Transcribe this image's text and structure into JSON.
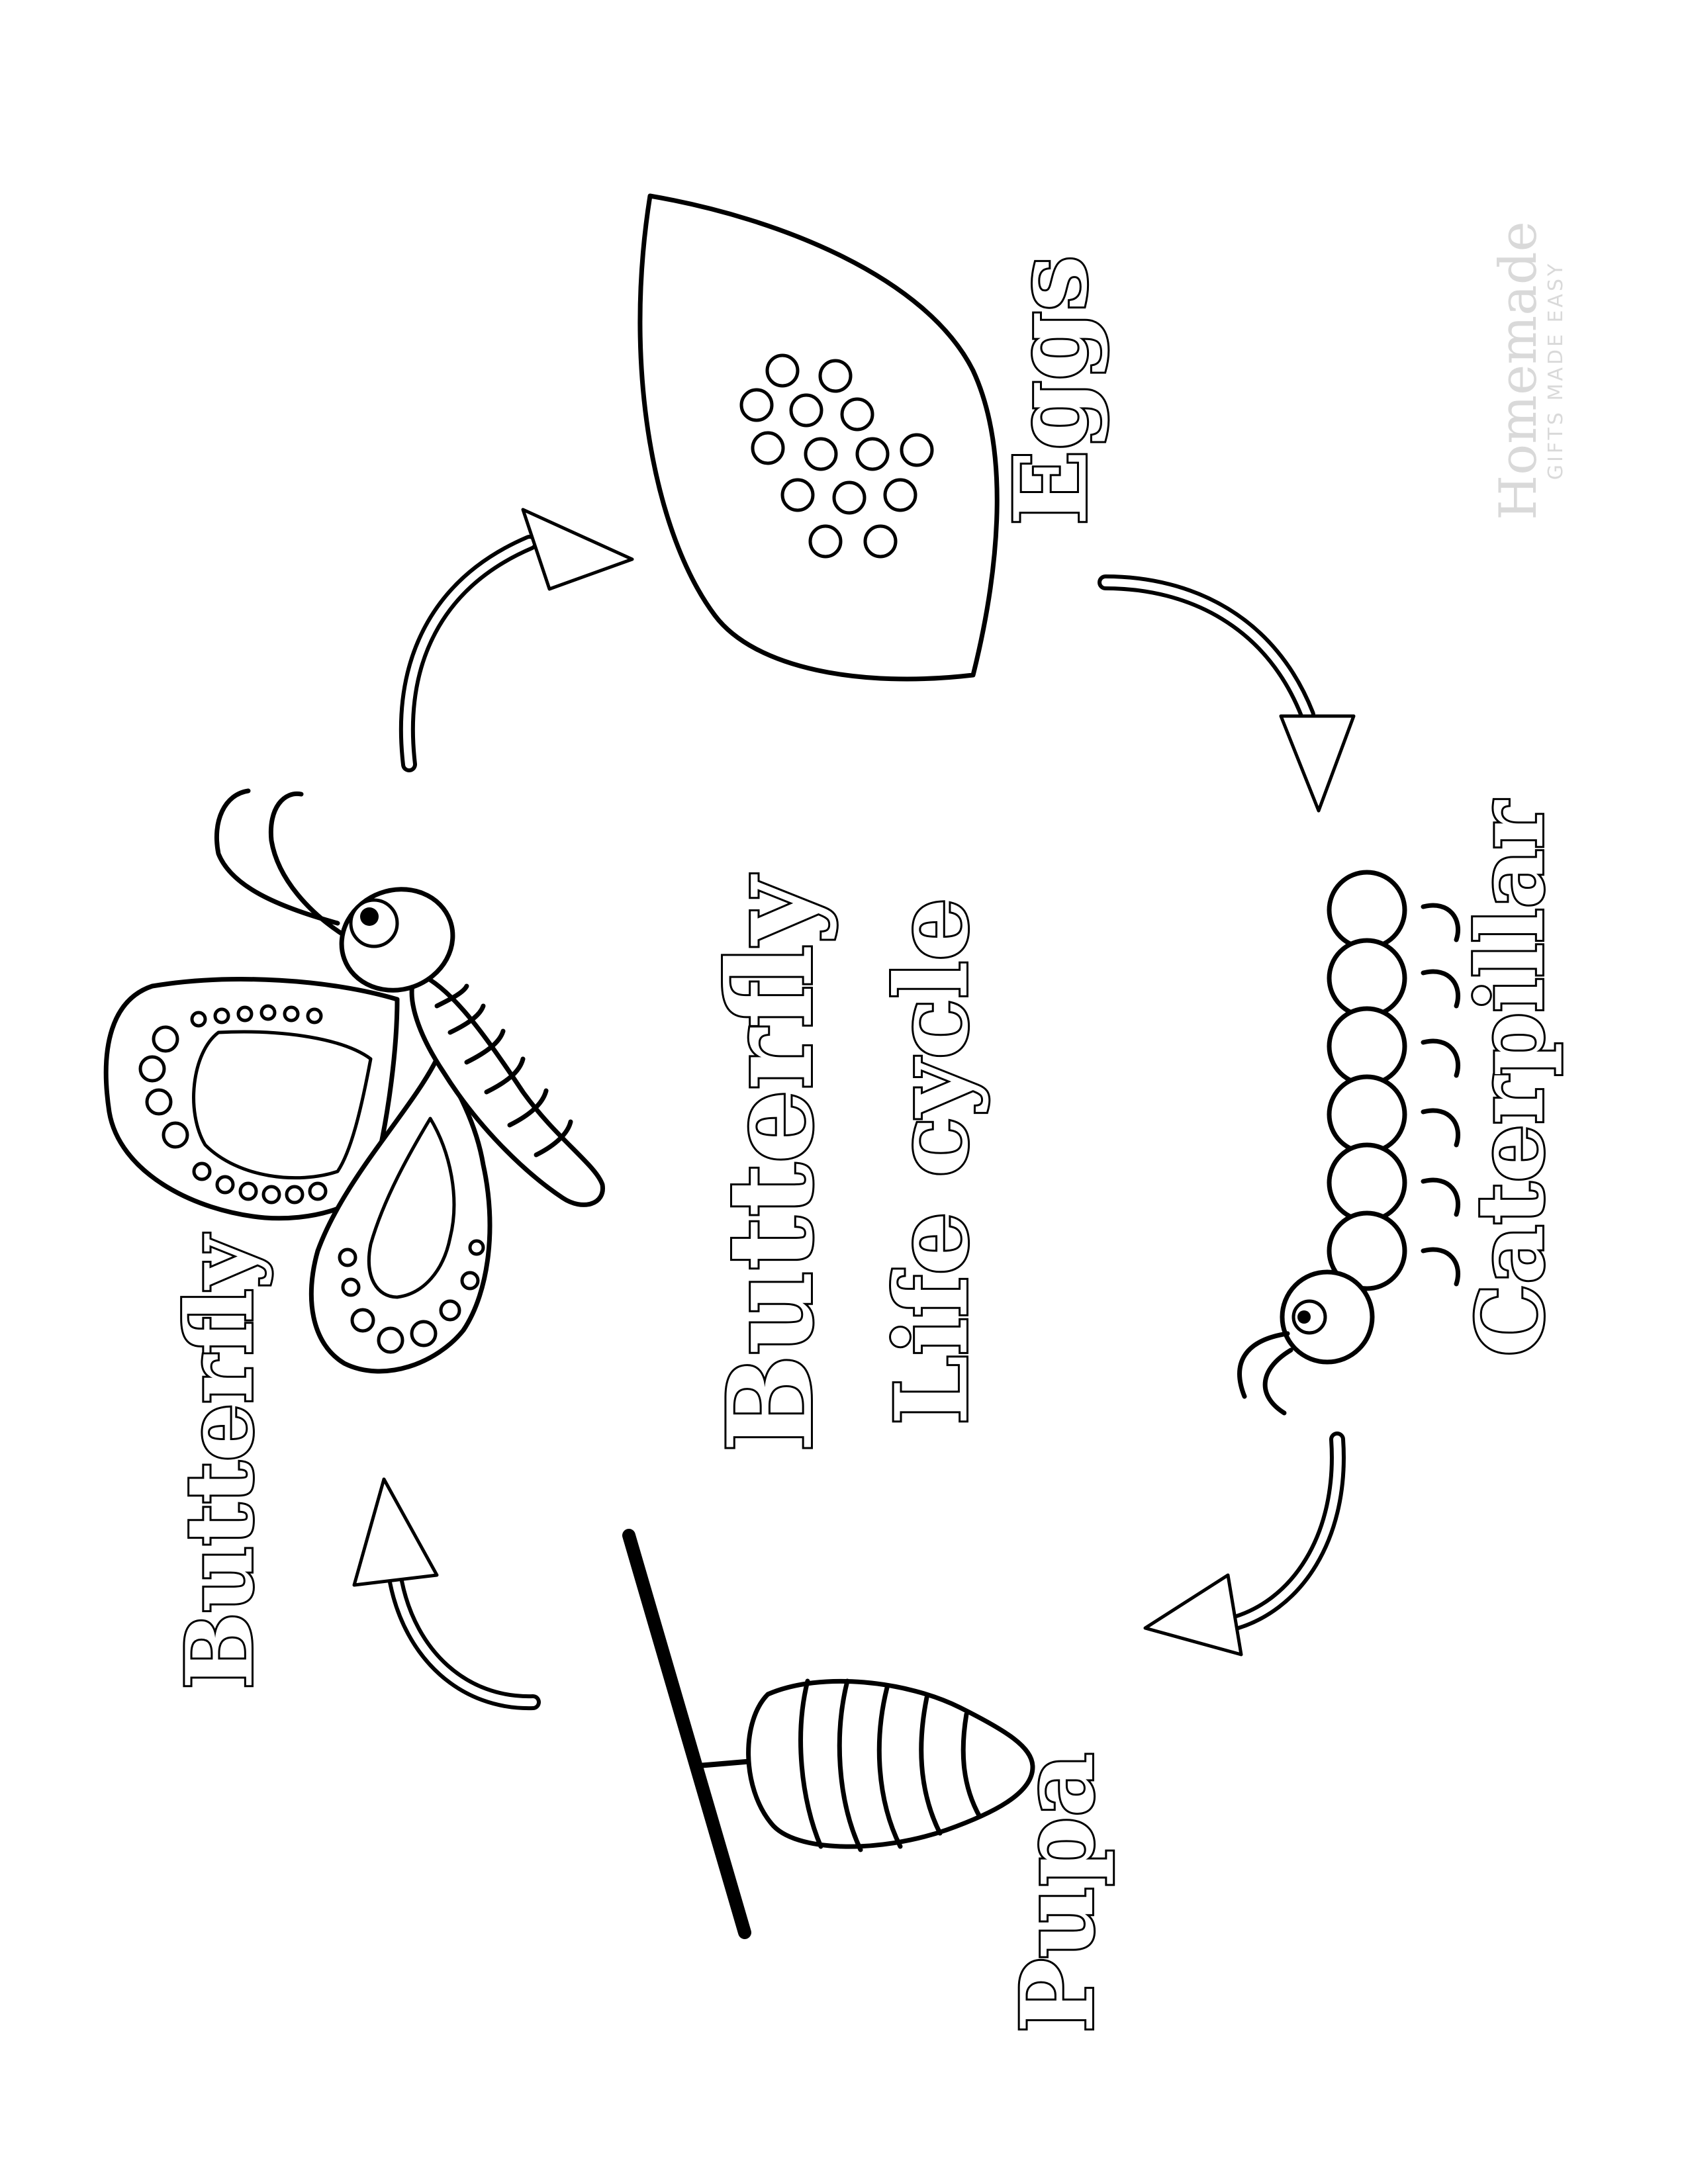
{
  "title": {
    "line1": "Butterfly",
    "line2": "Life cycle"
  },
  "stages": {
    "eggs": "Eggs",
    "caterpillar": "Caterpillar",
    "pupa": "Pupa",
    "butterfly": "Butterfly"
  },
  "watermark": {
    "brand": "Homemade",
    "tagline": "GIFTS MADE EASY"
  }
}
